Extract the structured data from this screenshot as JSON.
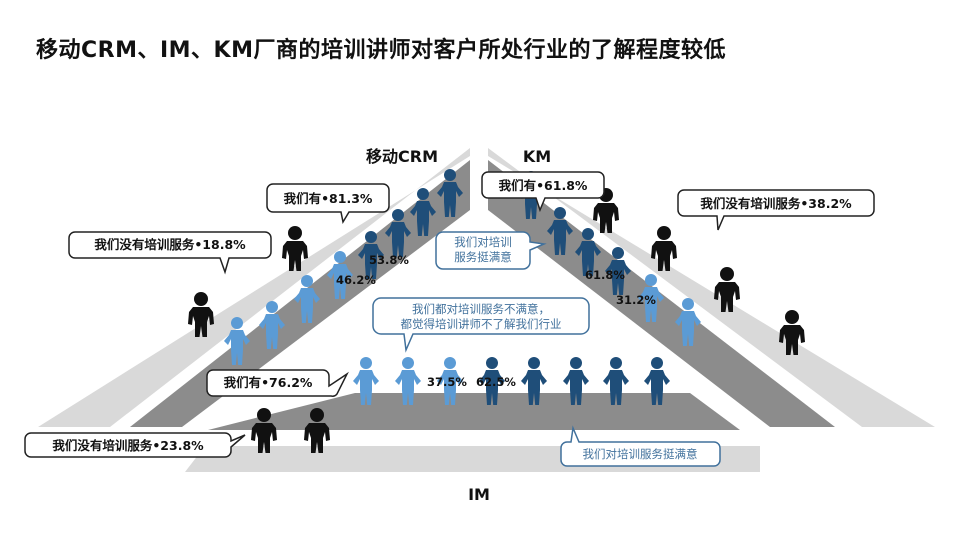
{
  "title": "移动CRM、IM、KM厂商的培训讲师对客户所处行业的了解程度较低",
  "colors": {
    "light_blue": "#5b9bd5",
    "dark_blue": "#1f4e79",
    "black": "#111111",
    "lane_dark": "#8c8c8c",
    "lane_light": "#d9d9d9",
    "callout_border": "#41719c"
  },
  "segments": {
    "crm": {
      "name": "移动CRM",
      "have_service": "我们有•81.3%",
      "no_service": "我们没有培训服务•18.8%",
      "pct_light": "46.2%",
      "pct_dark": "53.8%"
    },
    "km": {
      "name": "KM",
      "have_service": "我们有•61.8%",
      "no_service": "我们没有培训服务•38.2%",
      "pct_dark": "61.8%",
      "pct_light": "31.2%"
    },
    "im": {
      "name": "IM",
      "have_service": "我们有•76.2%",
      "no_service": "我们没有培训服务•23.8%",
      "pct_light": "37.5%",
      "pct_dark": "62.5%"
    }
  },
  "callouts": {
    "center_line1": "我们都对培训服务不满意，",
    "center_line2": "都觉得培训讲师不了解我们行业",
    "top_line1": "我们对培训",
    "top_line2": "服务挺满意",
    "bottom": "我们对培训服务挺满意"
  }
}
